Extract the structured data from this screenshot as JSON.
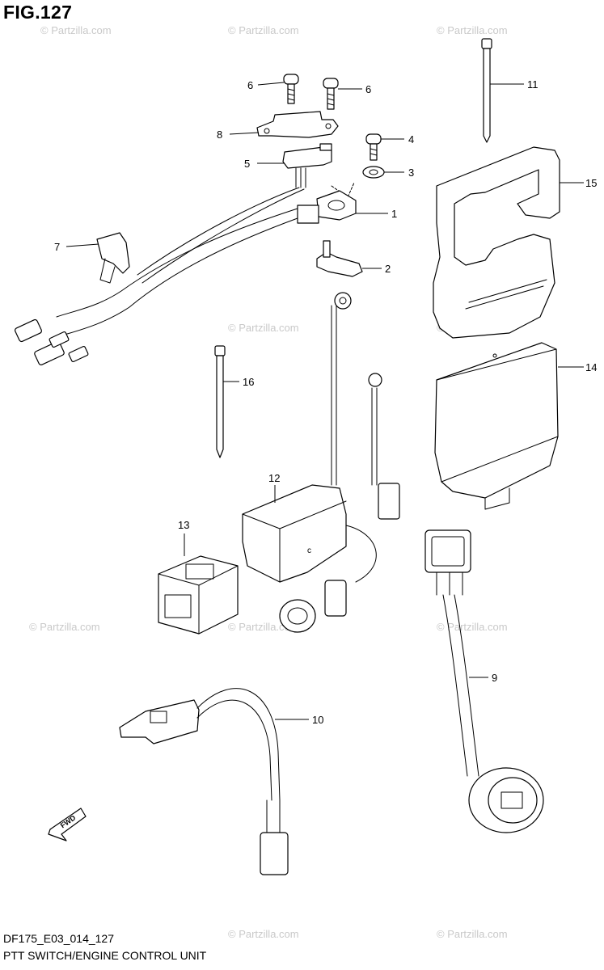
{
  "figure": {
    "title": "FIG.127",
    "code": "DF175_E03_014_127",
    "caption": "PTT SWITCH/ENGINE CONTROL UNIT"
  },
  "watermark": "© Partzilla.com",
  "direction_label": "FWD",
  "callouts": {
    "c1": "1",
    "c2": "2",
    "c3": "3",
    "c4": "4",
    "c5": "5",
    "c6a": "6",
    "c6b": "6",
    "c7": "7",
    "c8": "8",
    "c9": "9",
    "c10": "10",
    "c11": "11",
    "c12": "12",
    "c13": "13",
    "c14": "14",
    "c15": "15",
    "c16": "16"
  },
  "parts": [
    {
      "ref": "1",
      "icon": "ptt-sensor-icon"
    },
    {
      "ref": "2",
      "icon": "lever-icon"
    },
    {
      "ref": "3",
      "icon": "washer-icon"
    },
    {
      "ref": "4",
      "icon": "screw-icon"
    },
    {
      "ref": "5",
      "icon": "switch-icon"
    },
    {
      "ref": "6",
      "icon": "screw-icon"
    },
    {
      "ref": "7",
      "icon": "clamp-icon"
    },
    {
      "ref": "8",
      "icon": "bracket-icon"
    },
    {
      "ref": "9",
      "icon": "harness-icon"
    },
    {
      "ref": "10",
      "icon": "harness-icon"
    },
    {
      "ref": "11",
      "icon": "cable-tie-icon"
    },
    {
      "ref": "12",
      "icon": "relay-icon"
    },
    {
      "ref": "13",
      "icon": "cap-icon"
    },
    {
      "ref": "14",
      "icon": "ecu-icon"
    },
    {
      "ref": "15",
      "icon": "ecu-cover-icon"
    },
    {
      "ref": "16",
      "icon": "cable-tie-icon"
    }
  ]
}
